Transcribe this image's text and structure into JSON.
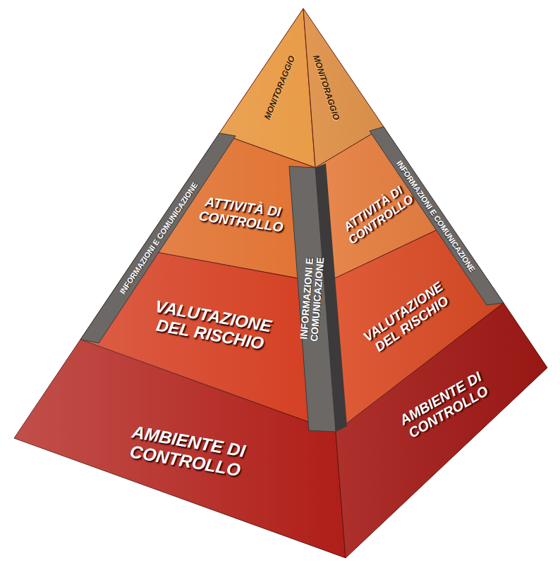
{
  "diagram": {
    "nodes": [
      {
        "text": [
          "MONITORAGGIO"
        ]
      },
      {
        "text": [
          "MONITORAGGIO"
        ]
      },
      {
        "text": [
          "INFORMAZIONI E COMUNICAZIONE"
        ]
      },
      {
        "text": [
          "INFORMAZIONI E COMUNICAZIONE"
        ]
      },
      {
        "text": [
          "INFORMAZIONI E COMUNICAZIONE"
        ]
      },
      {
        "text": [
          "ATTIVITÀ DI CONTROLLO"
        ]
      },
      {
        "text": [
          "ATTIVITÀ DI CONTROLLO"
        ]
      },
      {
        "text": [
          "VALUTAZIONE DEL RISCHIO"
        ]
      },
      {
        "text": [
          "VALUTAZIONE DEL RISCHIO"
        ]
      },
      {
        "text": [
          "AMBIENTE DI CONTROLLO"
        ]
      },
      {
        "text": [
          "AMBIENTE DI CONTROLLO"
        ]
      }
    ]
  }
}
